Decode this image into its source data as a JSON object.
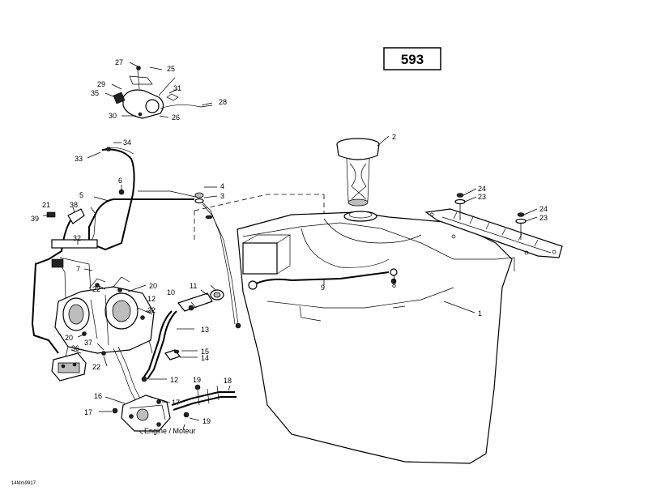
{
  "page_number": "593",
  "engine_caption": "Engine / Moteur",
  "footer_code": "14Mm9917",
  "callouts": [
    "1",
    "2",
    "3",
    "4",
    "5",
    "6",
    "7",
    "8",
    "9",
    "10",
    "11",
    "12",
    "12",
    "13",
    "14",
    "15",
    "16",
    "17",
    "17",
    "18",
    "19",
    "19",
    "20",
    "20",
    "21",
    "22",
    "22",
    "22",
    "23",
    "23",
    "24",
    "24",
    "25",
    "26",
    "27",
    "28",
    "29",
    "30",
    "31",
    "32",
    "33",
    "34",
    "35",
    "36",
    "37",
    "38",
    "39"
  ]
}
